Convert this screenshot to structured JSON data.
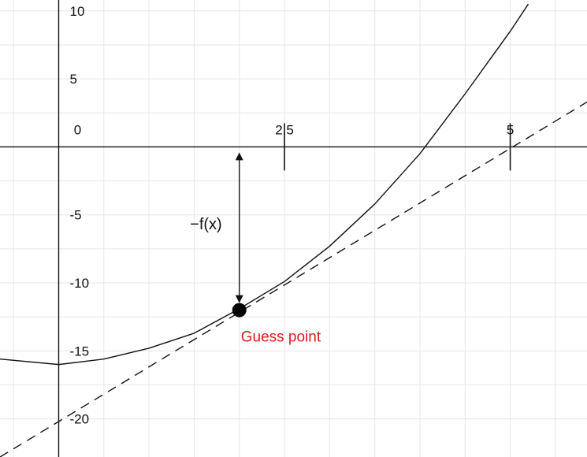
{
  "chart_data": {
    "type": "line",
    "title": "",
    "xlabel": "",
    "ylabel": "",
    "xlim": [
      -0.65,
      5.85
    ],
    "ylim": [
      -22.8,
      10.8
    ],
    "grid": true,
    "x_ticks": [
      {
        "value": 0,
        "label": "0"
      },
      {
        "value": 2.5,
        "label": "2.5"
      },
      {
        "value": 5,
        "label": "5"
      }
    ],
    "y_ticks": [
      {
        "value": 10,
        "label": "10"
      },
      {
        "value": 5,
        "label": "5"
      },
      {
        "value": -5,
        "label": "-5"
      },
      {
        "value": -10,
        "label": "-10"
      },
      {
        "value": -15,
        "label": "-15"
      },
      {
        "value": -20,
        "label": "-20"
      }
    ],
    "series": [
      {
        "style": "solid",
        "color": "#111111",
        "x": [
          -0.65,
          0,
          0.5,
          1,
          1.5,
          2,
          2.5,
          3,
          3.5,
          4,
          4.5,
          5,
          5.2
        ],
        "y": [
          -15.6,
          -16,
          -15.6,
          -14.8,
          -13.7,
          -11.9,
          -9.9,
          -7.3,
          -4.2,
          -0.5,
          3.9,
          8.5,
          10.5
        ]
      },
      {
        "style": "dashed",
        "color": "#111111",
        "x": [
          -0.65,
          5.85
        ],
        "y": [
          -22.8,
          3.3
        ]
      }
    ],
    "guess_point": {
      "x": 2,
      "y": -12,
      "label": "Guess point",
      "color": "#e0191b"
    },
    "arrow": {
      "x": 2,
      "y_from": 0,
      "y_to": -12,
      "label": "−f(x)"
    }
  }
}
